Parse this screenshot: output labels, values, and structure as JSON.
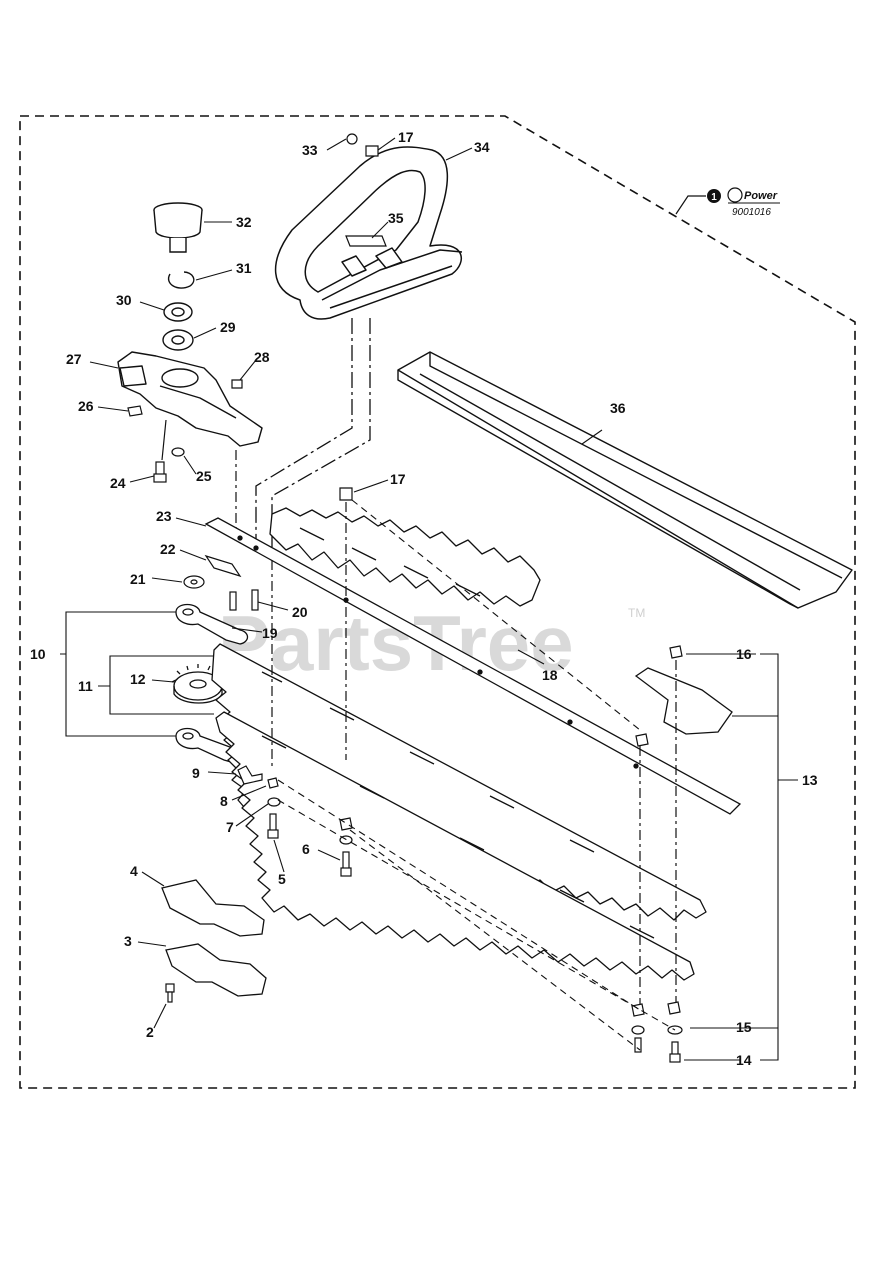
{
  "watermark": {
    "text": "PartsTree",
    "trademark": "TM"
  },
  "repower": {
    "marker": "1",
    "label": "Power",
    "code": "9001016"
  },
  "callouts": [
    {
      "id": "c33",
      "text": "33"
    },
    {
      "id": "c17a",
      "text": "17"
    },
    {
      "id": "c34",
      "text": "34"
    },
    {
      "id": "c32",
      "text": "32"
    },
    {
      "id": "c35",
      "text": "35"
    },
    {
      "id": "c31",
      "text": "31"
    },
    {
      "id": "c30",
      "text": "30"
    },
    {
      "id": "c29",
      "text": "29"
    },
    {
      "id": "c27",
      "text": "27"
    },
    {
      "id": "c28",
      "text": "28"
    },
    {
      "id": "c26",
      "text": "26"
    },
    {
      "id": "c36",
      "text": "36"
    },
    {
      "id": "c24",
      "text": "24"
    },
    {
      "id": "c25",
      "text": "25"
    },
    {
      "id": "c17b",
      "text": "17"
    },
    {
      "id": "c23",
      "text": "23"
    },
    {
      "id": "c22",
      "text": "22"
    },
    {
      "id": "c21",
      "text": "21"
    },
    {
      "id": "c20",
      "text": "20"
    },
    {
      "id": "c19",
      "text": "19"
    },
    {
      "id": "c10",
      "text": "10"
    },
    {
      "id": "c16",
      "text": "16"
    },
    {
      "id": "c12",
      "text": "12"
    },
    {
      "id": "c11",
      "text": "11"
    },
    {
      "id": "c18",
      "text": "18"
    },
    {
      "id": "c9",
      "text": "9"
    },
    {
      "id": "c13",
      "text": "13"
    },
    {
      "id": "c8",
      "text": "8"
    },
    {
      "id": "c7",
      "text": "7"
    },
    {
      "id": "c6",
      "text": "6"
    },
    {
      "id": "c5",
      "text": "5"
    },
    {
      "id": "c4",
      "text": "4"
    },
    {
      "id": "c3",
      "text": "3"
    },
    {
      "id": "c15",
      "text": "15"
    },
    {
      "id": "c2",
      "text": "2"
    },
    {
      "id": "c14",
      "text": "14"
    }
  ]
}
